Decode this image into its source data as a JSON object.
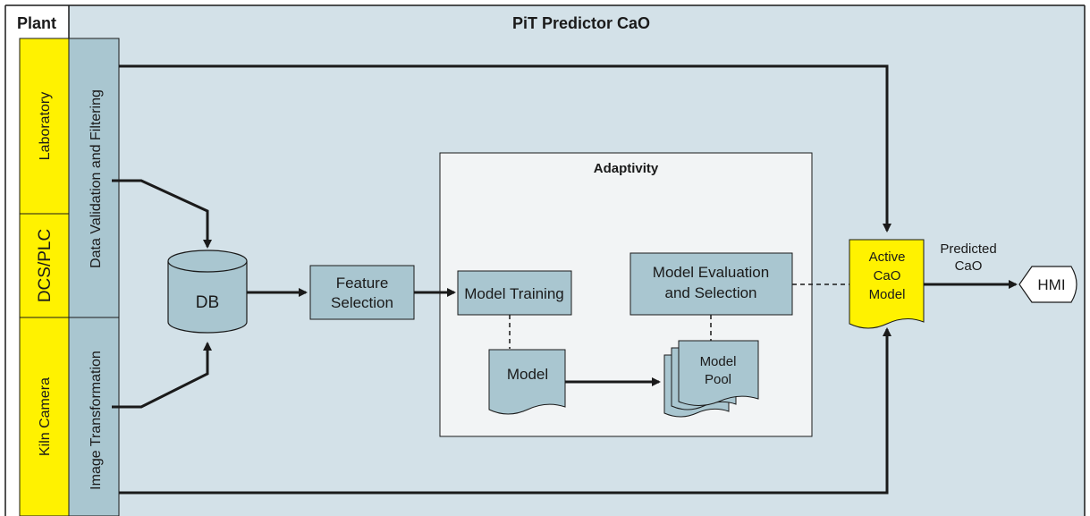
{
  "header": {
    "plant_label": "Plant",
    "title": "PiT Predictor CaO"
  },
  "sources": {
    "laboratory": "Laboratory",
    "dcs_plc": "DCS/PLC",
    "kiln_camera": "Kiln Camera"
  },
  "processing": {
    "validation": "Data Validation and Filtering",
    "image_transform": "Image Transformation"
  },
  "nodes": {
    "db": "DB",
    "feature_selection_l1": "Feature",
    "feature_selection_l2": "Selection",
    "adaptivity_title": "Adaptivity",
    "model_training": "Model Training",
    "model": "Model",
    "model_pool_l1": "Model",
    "model_pool_l2": "Pool",
    "model_eval_l1": "Model Evaluation",
    "model_eval_l2": "and Selection",
    "active_model_l1": "Active",
    "active_model_l2": "CaO",
    "active_model_l3": "Model",
    "predicted_l1": "Predicted",
    "predicted_l2": "CaO",
    "hmi": "HMI"
  },
  "colors": {
    "background": "#d3e1e8",
    "box_fill": "#a9c6d0",
    "source_yellow": "#fff200",
    "adaptivity_fill": "#f2f4f5",
    "line": "#1a1a1a"
  }
}
